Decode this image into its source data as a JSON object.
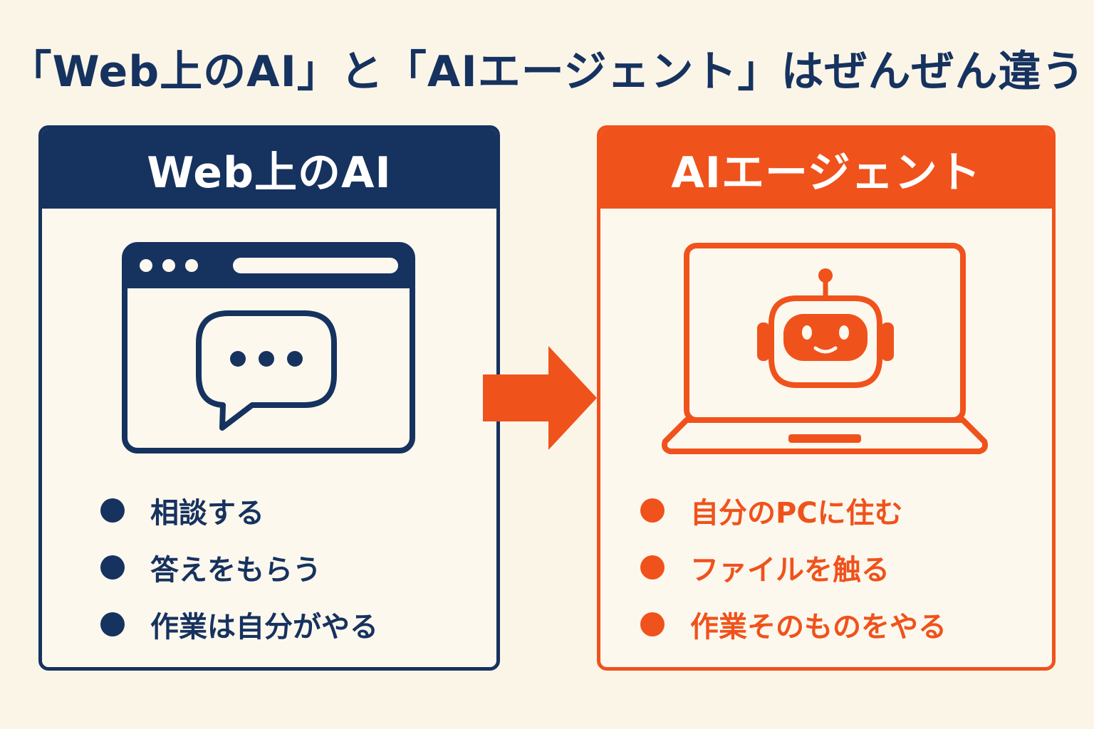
{
  "title": "「Web上のAI」と「AIエージェント」はぜんぜん違う",
  "left_panel": {
    "header": "Web上のAI",
    "illustration": "browser-window-chat-bubble-icon",
    "items": [
      {
        "label": "相談する"
      },
      {
        "label": "答えをもらう"
      },
      {
        "label": "作業は自分がやる"
      }
    ]
  },
  "right_panel": {
    "header": "AIエージェント",
    "illustration": "laptop-robot-icon",
    "items": [
      {
        "label": "自分のPCに住む"
      },
      {
        "label": "ファイルを触る"
      },
      {
        "label": "作業そのものをやる"
      }
    ]
  },
  "arrow": "right-arrow-icon",
  "colors": {
    "background": "#fbf5e8",
    "navy": "#16325f",
    "orange": "#f0521c"
  }
}
